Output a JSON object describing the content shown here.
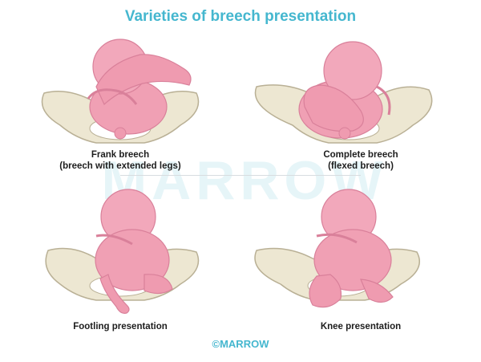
{
  "title": "Varieties of breech presentation",
  "watermark": "MARROW",
  "panels": [
    {
      "name": "frank-breech",
      "caption_line1": "Frank breech",
      "caption_line2": "(breech with extended legs)"
    },
    {
      "name": "complete-breech",
      "caption_line1": "Complete breech",
      "caption_line2": "(flexed breech)"
    },
    {
      "name": "footling-presentation",
      "caption_line1": "Footling presentation",
      "caption_line2": ""
    },
    {
      "name": "knee-presentation",
      "caption_line1": "Knee presentation",
      "caption_line2": ""
    }
  ],
  "footer": {
    "copyright": "©MARROW"
  },
  "colors": {
    "accent": "#45b7cf",
    "skin": "#f0a0b4",
    "skin_shade": "#d9809a",
    "pelvis": "#ede7d2",
    "pelvis_edge": "#b9b095"
  }
}
